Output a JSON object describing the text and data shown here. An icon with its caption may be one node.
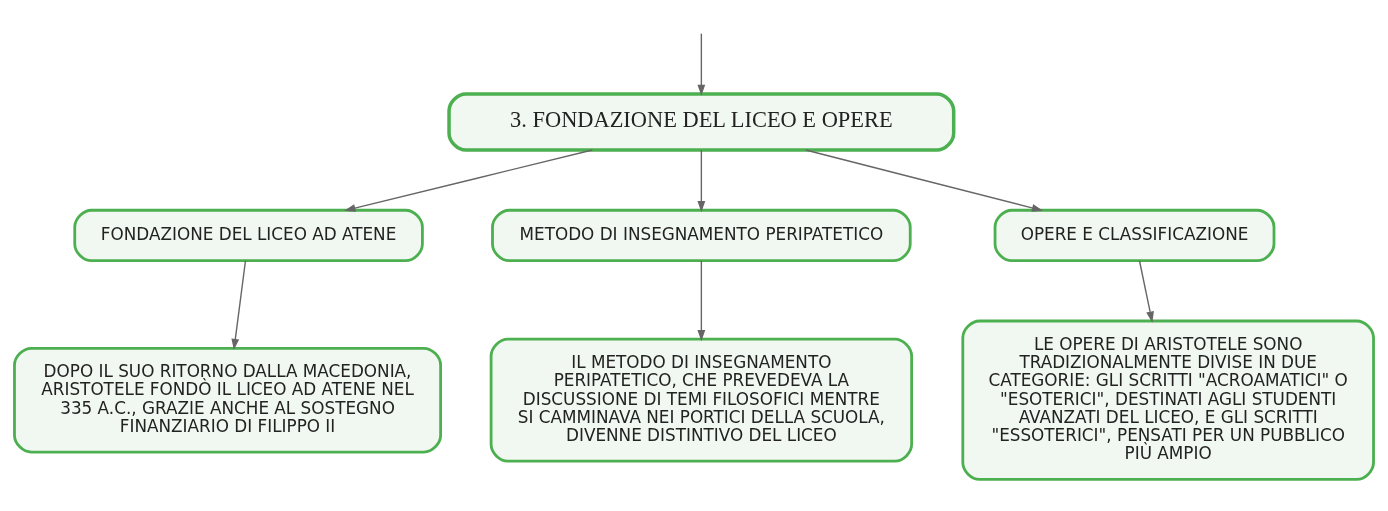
{
  "diagram": {
    "nodes": [
      {
        "text": [
          "3. FONDAZIONE DEL LICEO E OPERE"
        ]
      },
      {
        "text": [
          "FONDAZIONE DEL LICEO AD ATENE"
        ]
      },
      {
        "text": [
          "METODO DI INSEGNAMENTO PERIPATETICO"
        ]
      },
      {
        "text": [
          "OPERE E CLASSIFICAZIONE"
        ]
      },
      {
        "text": [
          "DOPO IL SUO RITORNO DALLA MACEDONIA, ARISTOTELE FONDÒ IL LICEO AD ATENE NEL 335 A.C., GRAZIE ANCHE AL SOSTEGNO FINANZIARIO DI FILIPPO II"
        ]
      },
      {
        "text": [
          "IL METODO DI INSEGNAMENTO PERIPATETICO, CHE PREVEDEVA LA DISCUSSIONE DI TEMI FILOSOFICI MENTRE SI CAMMINAVA NEI PORTICI DELLA SCUOLA, DIVENNE DISTINTIVO DEL LICEO"
        ]
      },
      {
        "text": [
          "LE OPERE DI ARISTOTELE SONO TRADIZIONALMENTE DIVISE IN DUE CATEGORIE: GLI SCRITTI \"ACROAMATICI\" O \"ESOTERICI\", DESTINATI AGLI STUDENTI AVANZATI DEL LICEO, E GLI SCRITTI \"ESSOTERICI\", PENSATI PER UN PUBBLICO PIÙ AMPIO"
        ]
      }
    ],
    "edges": [
      {
        "from": null,
        "to": 0,
        "arrow": "to"
      },
      {
        "from": 0,
        "to": 1,
        "arrow": "to"
      },
      {
        "from": 0,
        "to": 2,
        "arrow": "to"
      },
      {
        "from": 0,
        "to": 3,
        "arrow": "to"
      },
      {
        "from": 1,
        "to": 4,
        "arrow": "to"
      },
      {
        "from": 2,
        "to": 5,
        "arrow": "to"
      },
      {
        "from": 3,
        "to": 6,
        "arrow": "to"
      }
    ]
  }
}
